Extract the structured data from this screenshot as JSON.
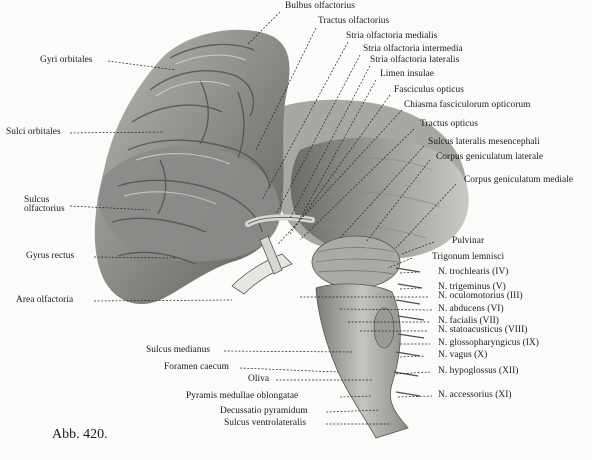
{
  "caption": "Abb. 420.",
  "labels": {
    "bulbus_olfactorius": "Bulbus olfactorius",
    "tractus_olfactorius": "Tractus olfactorius",
    "stria_olfactoria_medialis": "Stria olfactoria medialis",
    "stria_olfactoria_intermedia": "Stria olfactoria intermedia",
    "stria_olfactoria_lateralis": "Stria olfactoria lateralis",
    "limen_insulae": "Limen insulae",
    "fasciculus_opticus": "Fasciculus opticus",
    "chiasma": "Chiasma fasciculorum opticorum",
    "tractus_opticus": "Tractus opticus",
    "sulcus_lateralis_mesencephali": "Sulcus lateralis mesencephali",
    "corpus_geniculatum_laterale": "Corpus geniculatum laterale",
    "corpus_geniculatum_mediale": "Corpus geniculatum mediale",
    "pulvinar": "Pulvinar",
    "trigonum_lemnisci": "Trigonum lemnisci",
    "n_trochlearis": "N. trochlearis (IV)",
    "n_trigeminus": "N. trigeminus (V)",
    "n_oculomotorius": "N. oculomotorius (III)",
    "n_abducens": "N. abducens (VI)",
    "n_facialis": "N. facialis (VII)",
    "n_statoacusticus": "N. statoacusticus (VIII)",
    "n_glossopharyngicus": "N. glossopharyngicus (IX)",
    "n_vagus": "N. vagus (X)",
    "n_hypoglossus": "N. hypoglossus (XII)",
    "n_accessorius": "N. accessorius (XI)",
    "gyri_orbitales": "Gyri orbitales",
    "sulci_orbitales": "Sulci orbitales",
    "sulcus_olfactorius": "Sulcus\nolfactorius",
    "gyrus_rectus": "Gyrus rectus",
    "area_olfactoria": "Area olfactoria",
    "sulcus_medianus": "Sulcus medianus",
    "foramen_caecum": "Foramen caecum",
    "oliva": "Oliva",
    "pyramis": "Pyramis medullae oblongatae",
    "decussatio": "Decussatio pyramidum",
    "sulcus_ventrolateralis": "Sulcus ventrolateralis"
  }
}
